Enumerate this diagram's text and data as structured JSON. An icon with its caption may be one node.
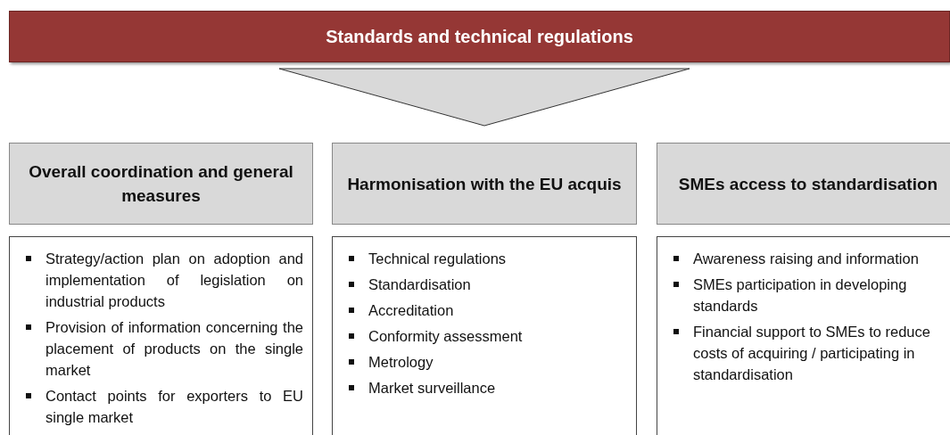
{
  "diagram": {
    "nodes": [
      {
        "text": [
          "Standards and technical regulations"
        ]
      },
      {
        "text": [],
        "shape": "triangle"
      },
      {
        "text": [
          "Overall coordination and general measures"
        ]
      },
      {
        "text": [
          "Harmonisation with the EU acquis"
        ]
      },
      {
        "text": [
          "SMEs access to standardisation"
        ]
      },
      {
        "text": [
          "Strategy/action plan on adoption and implementation of legislation on industrial products",
          "Provision of information concerning the placement of products on the single market",
          "Contact points for exporters to EU single market"
        ]
      },
      {
        "text": [
          "Technical regulations",
          "Standardisation",
          "Accreditation",
          "Conformity assessment",
          "Metrology",
          "Market surveillance"
        ]
      },
      {
        "text": [
          "Awareness raising and information",
          "SMEs participation in developing standards",
          "Financial support to SMEs to reduce costs of acquiring / participating in standardisation"
        ]
      }
    ]
  }
}
